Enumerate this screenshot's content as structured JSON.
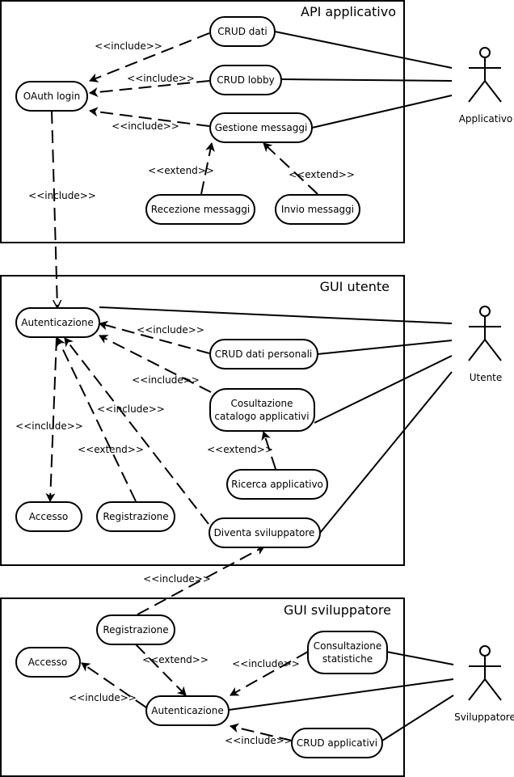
{
  "boundaries": {
    "api": "API applicativo",
    "gui_user": "GUI utente",
    "gui_dev": "GUI sviluppatore"
  },
  "actors": {
    "applicativo": "Applicativo",
    "utente": "Utente",
    "sviluppatore": "Sviluppatore"
  },
  "usecases": {
    "crud_dati": "CRUD dati",
    "crud_lobby": "CRUD lobby",
    "oauth_login": "OAuth login",
    "gestione_messaggi": "Gestione messaggi",
    "recezione_messaggi": "Recezione messaggi",
    "invio_messaggi": "Invio messaggi",
    "autenticazione_u": "Autenticazione",
    "crud_dati_personali": "CRUD dati personali",
    "consultazione_catalogo_1": "Cosultazione",
    "consultazione_catalogo_2": "catalogo applicativi",
    "ricerca_applicativo": "Ricerca applicativo",
    "accesso_u": "Accesso",
    "registrazione_u": "Registrazione",
    "diventa_sviluppatore": "Diventa sviluppatore",
    "registrazione_d": "Registrazione",
    "accesso_d": "Accesso",
    "consultazione_statistiche_1": "Consultazione",
    "consultazione_statistiche_2": "statistiche",
    "autenticazione_d": "Autenticazione",
    "crud_applicativi": "CRUD applicativi"
  },
  "relations": {
    "include": "<<include>>",
    "extend": "<<extend>>"
  }
}
